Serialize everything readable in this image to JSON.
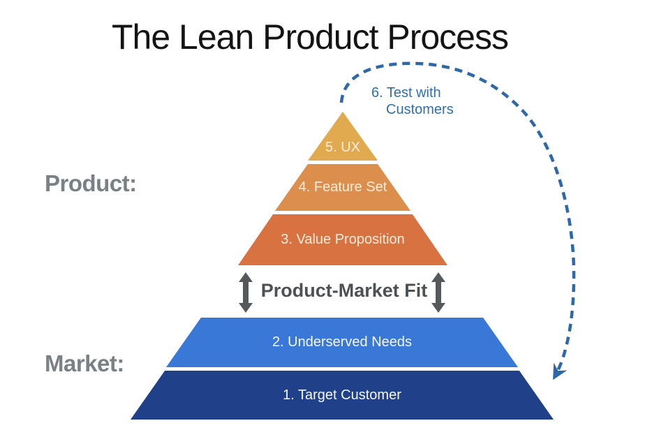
{
  "title": "The Lean Product Process",
  "side_labels": {
    "product": "Product:",
    "market": "Market:"
  },
  "pyramid": {
    "levels": [
      {
        "name": "ux",
        "label": "5. UX"
      },
      {
        "name": "feature-set",
        "label": "4. Feature Set"
      },
      {
        "name": "value-proposition",
        "label": "3. Value Proposition"
      },
      {
        "name": "underserved-needs",
        "label": "2. Underserved Needs"
      },
      {
        "name": "target-customer",
        "label": "1. Target Customer"
      }
    ]
  },
  "pmf": {
    "label": "Product-Market Fit"
  },
  "loop": {
    "label_line1": "6. Test with",
    "label_line2": "Customers"
  },
  "colors": {
    "title_text": "#141414",
    "side_label_gray": "#7A8185",
    "pmf_text": "#4D5154",
    "pmf_arrow": "#56595B",
    "loop_text_blue": "#2E6FB2",
    "loop_dash_blue": "#2E68A8",
    "level_ux": "#E2AA4F",
    "level_feature_set": "#DC8E4D",
    "level_value_proposition": "#D87241",
    "level_underserved_needs": "#3A78D7",
    "level_target_customer": "#20418A",
    "level_text_warm": "#FAEEDC",
    "level_text_cool": "#F5F8FD"
  }
}
